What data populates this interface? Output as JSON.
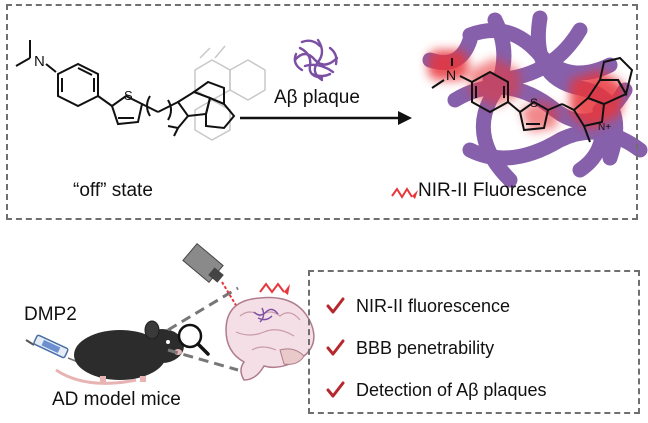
{
  "top_panel": {
    "off_state_label": "“off” state",
    "target_label": "Aβ plaque",
    "output_label": "NIR-II Fluorescence"
  },
  "bottom_panel": {
    "probe_label": "DMP2",
    "subject_label": "AD model mice"
  },
  "features": [
    {
      "label": "NIR-II fluorescence"
    },
    {
      "label": "BBB penetrability"
    },
    {
      "label": "Detection of Aβ plaques"
    }
  ],
  "colors": {
    "plaque": "#7b4fa3",
    "glow": "#e8363a",
    "check": "#b5282e",
    "border": "#6f6f6f"
  },
  "icons": [
    "syringe-icon",
    "mouse-icon",
    "magnifier-icon",
    "camera-icon",
    "brain-icon",
    "wave-icon",
    "check-icon"
  ]
}
